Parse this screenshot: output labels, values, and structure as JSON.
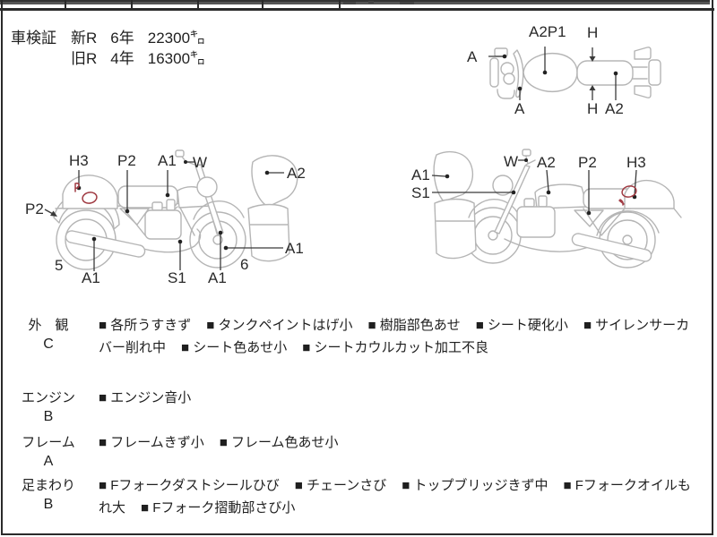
{
  "colors": {
    "text": "#1f1f1f",
    "border": "#2a2a2a",
    "bike_line_gray": "#b5b5b5",
    "leader_line": "#3a3a3a",
    "annotation_red": "#a03a42"
  },
  "shaken": {
    "label": "車検証",
    "rows": [
      {
        "era": "新R",
        "year": "6年",
        "mileage": "22300㌔"
      },
      {
        "era": "旧R",
        "year": "4年",
        "mileage": "16300㌔"
      }
    ]
  },
  "top_view": {
    "labels": {
      "a_left": "A",
      "a2p1": "A2P1",
      "h_top": "H",
      "a_bottom": "A",
      "h_bottom": "H",
      "a2": "A2"
    }
  },
  "left_bike": {
    "labels": {
      "h3": "H3",
      "p2_top": "P2",
      "a1_seat": "A1",
      "w": "W",
      "a2": "A2",
      "p2_rear": "P2",
      "num_rear": "5",
      "a1_muffler": "A1",
      "s1": "S1",
      "a1_fork": "A1",
      "num_front": "6",
      "a1_wheel": "A1"
    }
  },
  "right_bike": {
    "labels": {
      "a1_cowl": "A1",
      "s1": "S1",
      "w": "W",
      "a2": "A2",
      "p2": "P2",
      "h3": "H3"
    }
  },
  "inspection": {
    "rows": [
      {
        "category": "外　観",
        "grade": "C",
        "items": [
          "各所うすきず",
          "タンクペイントはげ小",
          "樹脂部色あせ",
          "シート硬化小",
          "サイレンサーカバー削れ中",
          "シート色あせ小",
          "シートカウルカット加工不良"
        ]
      },
      {
        "category": "エンジン",
        "grade": "B",
        "items": [
          "エンジン音小"
        ]
      },
      {
        "category": "フレーム",
        "grade": "A",
        "items": [
          "フレームきず小",
          "フレーム色あせ小"
        ]
      },
      {
        "category": "足まわり",
        "grade": "B",
        "items": [
          "Fフォークダストシールひび",
          "チェーンさび",
          "トップブリッジきず中",
          "Fフォークオイルもれ大",
          "Fフォーク摺動部さび小"
        ]
      }
    ]
  }
}
